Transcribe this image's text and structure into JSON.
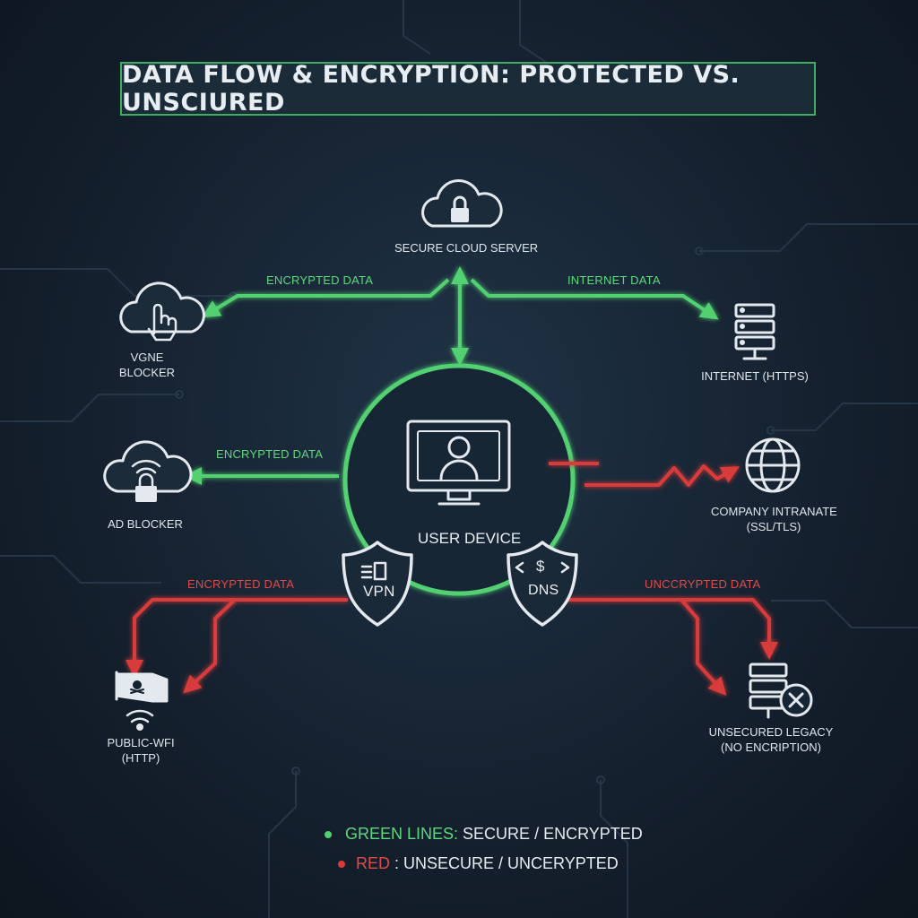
{
  "title": "DATA FLOW & ENCRYPTION: PROTECTED VS. UNSCIURED",
  "nodes": {
    "cloud_server": "SECURE CLOUD SERVER",
    "vgne_line1": "VGNE",
    "vgne_line2": "BLOCKER",
    "internet_https": "INTERNET (HTTPS)",
    "ad_blocker": "AD BLOCKER",
    "intranet_line1": "COMPANY INTRANATE",
    "intranet_line2": "(SSL/TLS)",
    "public_wifi_line1": "PUBLIC-WFI",
    "public_wifi_line2": "(HTTP)",
    "legacy_line1": "UNSECURED LEGACY",
    "legacy_line2": "(NO ENCRIPTION)",
    "user_device": "USER DEVICE",
    "vpn": "VPN",
    "dns": "DNS",
    "dns_symbol": "$"
  },
  "flows": {
    "encrypted_top_left": "ENCRYPTED DATA",
    "internet_data": "INTERNET DATA",
    "encrypted_mid_left": "ENCRYPTED DATA",
    "encrypted_bottom_left": "ENCRYPTED DATA",
    "uncrypted_bottom_right": "UNCCRYPTED DATA"
  },
  "legend": {
    "green_key": "GREEN LINES:",
    "green_value": " SECURE / ENCRYPTED",
    "red_key": "RED",
    "red_value": " : UNSECURE / UNCERYPTED"
  },
  "colors": {
    "secure": "#52d071",
    "insecure": "#d83a3a",
    "icon": "#e3e9ee",
    "background": "#15212f"
  },
  "icons": [
    "cloud-lock-icon",
    "cloud-hand-icon",
    "server-rack-icon",
    "cloud-wifi-lock-icon",
    "globe-icon",
    "pirate-flag-wifi-icon",
    "server-error-icon",
    "monitor-user-icon",
    "vpn-shield-icon",
    "dns-shield-icon"
  ]
}
